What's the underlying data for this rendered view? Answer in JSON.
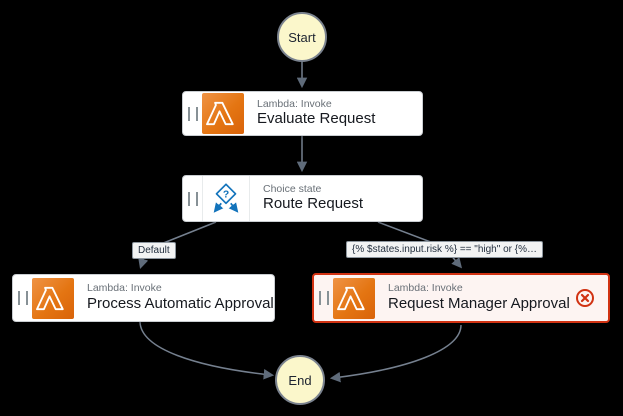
{
  "canvas": {
    "background": "#000000"
  },
  "nodes": {
    "start": {
      "label": "Start"
    },
    "end": {
      "label": "End"
    },
    "evaluate": {
      "type_label": "Lambda: Invoke",
      "title": "Evaluate Request"
    },
    "route": {
      "type_label": "Choice state",
      "title": "Route Request"
    },
    "auto": {
      "type_label": "Lambda: Invoke",
      "title": "Process Automatic Approval"
    },
    "manager": {
      "type_label": "Lambda: Invoke",
      "title": "Request Manager Approval",
      "status": "error"
    }
  },
  "edge_labels": {
    "default": "Default",
    "condition": "{% $states.input.risk %} == \"high\" or {%…"
  },
  "icons": {
    "lambda": "lambda-icon",
    "choice": "choice-icon",
    "error": "error-icon",
    "drag_handle": "drag-handle-icon"
  },
  "colors": {
    "background": "#000000",
    "edge": "#75808F",
    "arrowhead": "#5F6B7A",
    "node_fill": "#FFFFFF",
    "terminal_fill": "#FBF7CB",
    "lambda_gradient_start": "#EF9345",
    "lambda_gradient_end": "#D9630A",
    "choice_blue": "#1273BB",
    "error_red": "#D13212",
    "error_node_bg": "#FDF4F2",
    "muted_text": "#697077",
    "title_text": "#16191F"
  }
}
